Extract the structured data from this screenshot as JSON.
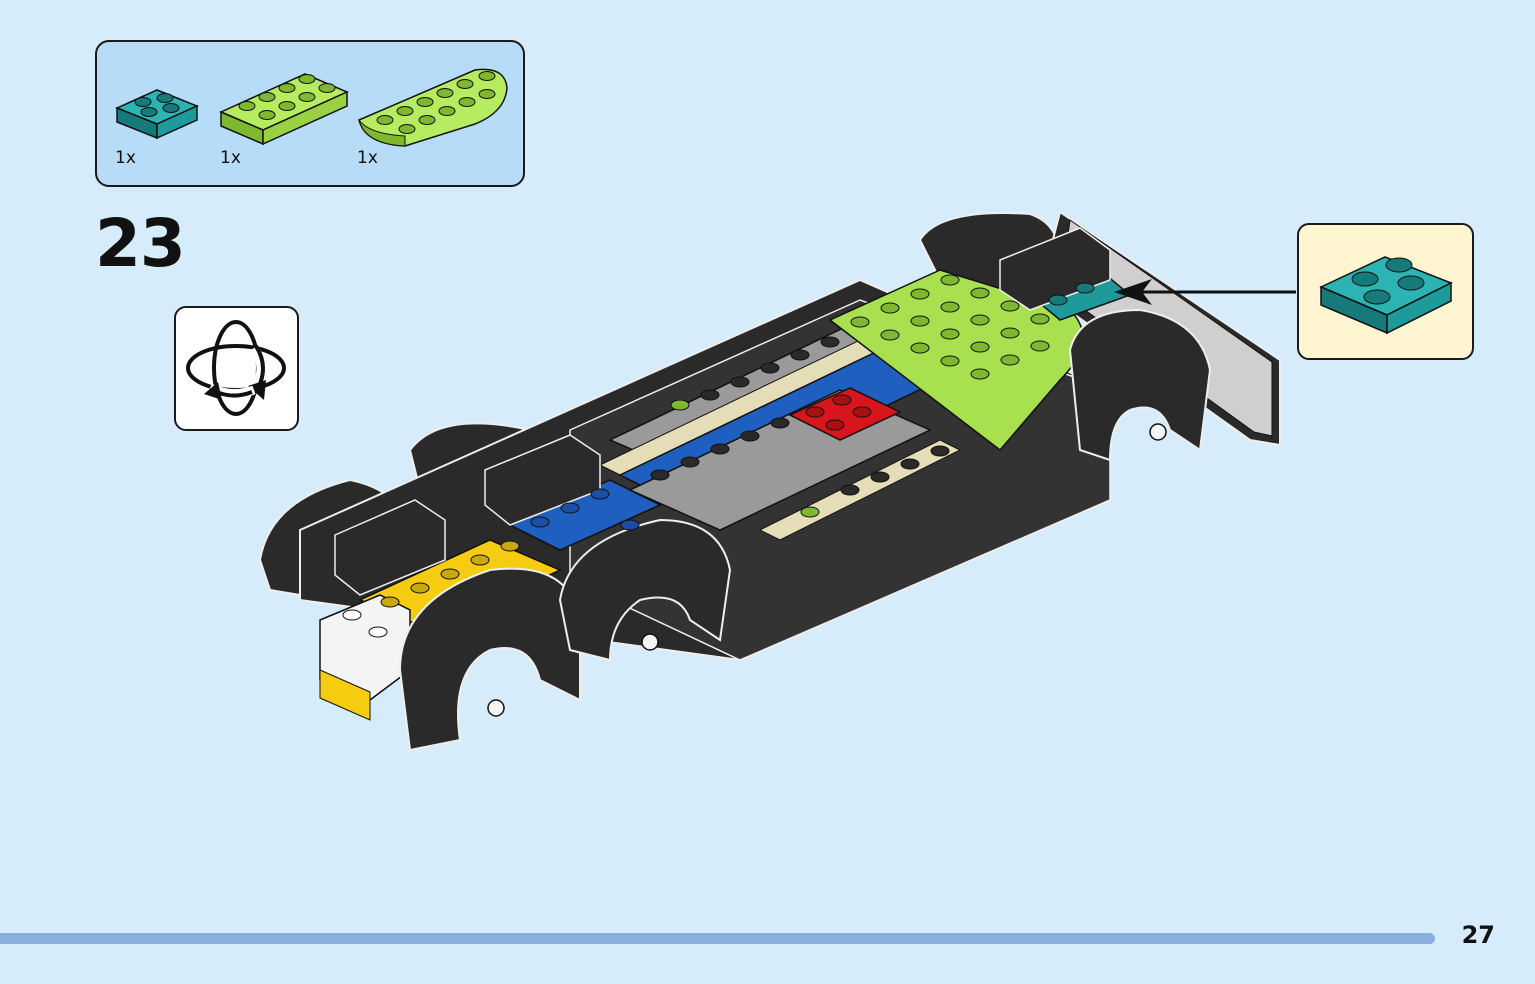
{
  "parts_list": {
    "items": [
      {
        "name": "plate-2x2",
        "color": "#1f9a9a",
        "quantity": "1x"
      },
      {
        "name": "plate-2x4",
        "color": "#a8e04f",
        "quantity": "1x"
      },
      {
        "name": "plate-round-corner-2x6",
        "color": "#a8e04f",
        "quantity": "1x"
      }
    ]
  },
  "step": {
    "number": "23"
  },
  "rotate_icon": "rotate-model-icon",
  "callout": {
    "part": "plate-2x2",
    "color": "#1f9a9a"
  },
  "colors": {
    "background": "#d6ecfb",
    "parts_box": "#b6dcf7",
    "callout_box": "#fff5d0",
    "progress": "#8aaee0",
    "black_brick": "#2a2a2a",
    "grey_brick": "#9a9a9a",
    "blue_brick": "#1f5fbf",
    "red_brick": "#d8151c",
    "yellow_brick": "#f5cc0f",
    "lime_brick": "#a8e04f",
    "teal_brick": "#1f9a9a"
  },
  "progress": {
    "fraction": 0.935
  },
  "page": {
    "number": "27"
  }
}
